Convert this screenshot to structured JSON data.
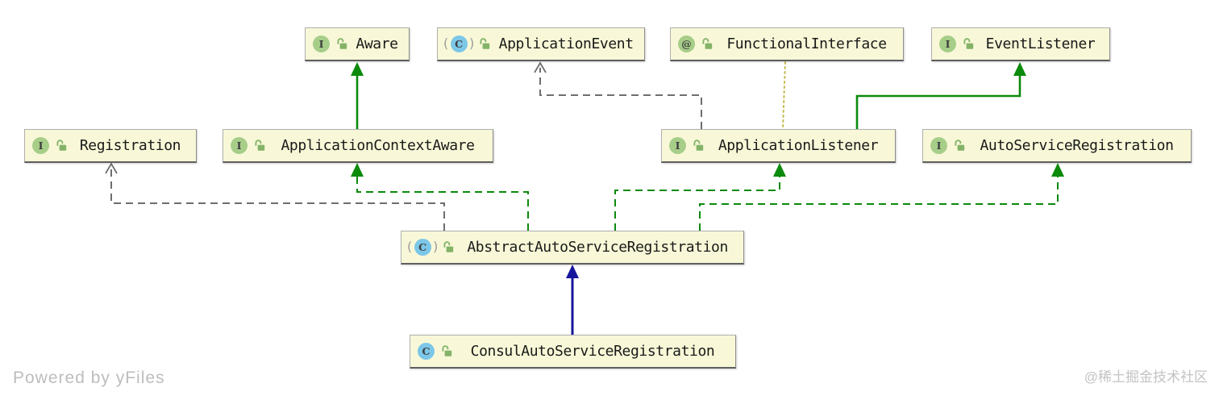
{
  "diagram": {
    "nodes": [
      {
        "id": "aware",
        "label": "Aware",
        "kind": "interface"
      },
      {
        "id": "application_event",
        "label": "ApplicationEvent",
        "kind": "abstract-class"
      },
      {
        "id": "functional_interface",
        "label": "FunctionalInterface",
        "kind": "annotation"
      },
      {
        "id": "event_listener",
        "label": "EventListener",
        "kind": "interface"
      },
      {
        "id": "registration",
        "label": "Registration",
        "kind": "interface"
      },
      {
        "id": "application_context_aware",
        "label": "ApplicationContextAware",
        "kind": "interface"
      },
      {
        "id": "application_listener",
        "label": "ApplicationListener",
        "kind": "interface"
      },
      {
        "id": "auto_service_registration",
        "label": "AutoServiceRegistration",
        "kind": "interface"
      },
      {
        "id": "abstract_auto_service_registration",
        "label": "AbstractAutoServiceRegistration",
        "kind": "abstract-class"
      },
      {
        "id": "consul_auto_service_registration",
        "label": "ConsulAutoServiceRegistration",
        "kind": "class"
      }
    ],
    "edges": [
      {
        "id": "aca-extends-aware",
        "from": "application_context_aware",
        "to": "aware",
        "relation": "extends",
        "line": "solid",
        "color": "extends_green"
      },
      {
        "id": "al-extends-eventlistener",
        "from": "application_listener",
        "to": "event_listener",
        "relation": "extends",
        "line": "solid",
        "color": "extends_green"
      },
      {
        "id": "al-uses-applicationevent",
        "from": "application_listener",
        "to": "application_event",
        "relation": "dependency",
        "line": "dashed",
        "color": "dependency_gray"
      },
      {
        "id": "fi-annotates-al",
        "from": "functional_interface",
        "to": "application_listener",
        "relation": "annotation",
        "line": "dotted",
        "color": "annotation_yellow"
      },
      {
        "id": "aasr-uses-registration",
        "from": "abstract_auto_service_registration",
        "to": "registration",
        "relation": "dependency",
        "line": "dashed",
        "color": "dependency_gray"
      },
      {
        "id": "aasr-implements-aca",
        "from": "abstract_auto_service_registration",
        "to": "application_context_aware",
        "relation": "implements",
        "line": "dashed",
        "color": "extends_green"
      },
      {
        "id": "aasr-implements-al",
        "from": "abstract_auto_service_registration",
        "to": "application_listener",
        "relation": "implements",
        "line": "dashed",
        "color": "extends_green"
      },
      {
        "id": "aasr-implements-asr",
        "from": "abstract_auto_service_registration",
        "to": "auto_service_registration",
        "relation": "implements",
        "line": "dashed",
        "color": "extends_green"
      },
      {
        "id": "casr-extends-aasr",
        "from": "consul_auto_service_registration",
        "to": "abstract_auto_service_registration",
        "relation": "extends",
        "line": "solid",
        "color": "extends_navy"
      }
    ],
    "icon_letters": {
      "interface": "I",
      "class": "C",
      "abstract-class": "C",
      "annotation": "@"
    },
    "colors": {
      "extends_green": "#0b8a0b",
      "dependency_gray": "#6e6e6e",
      "annotation_yellow": "#c6ba4e",
      "extends_navy": "#16169c",
      "node_fill": "#f8f8d8",
      "interface_icon_bg": "#a7ce89",
      "class_icon_bg": "#7cc7e8",
      "lock_green": "#84b368"
    }
  },
  "watermarks": {
    "powered_by": "Powered by yFiles",
    "community": "@稀土掘金技术社区"
  }
}
